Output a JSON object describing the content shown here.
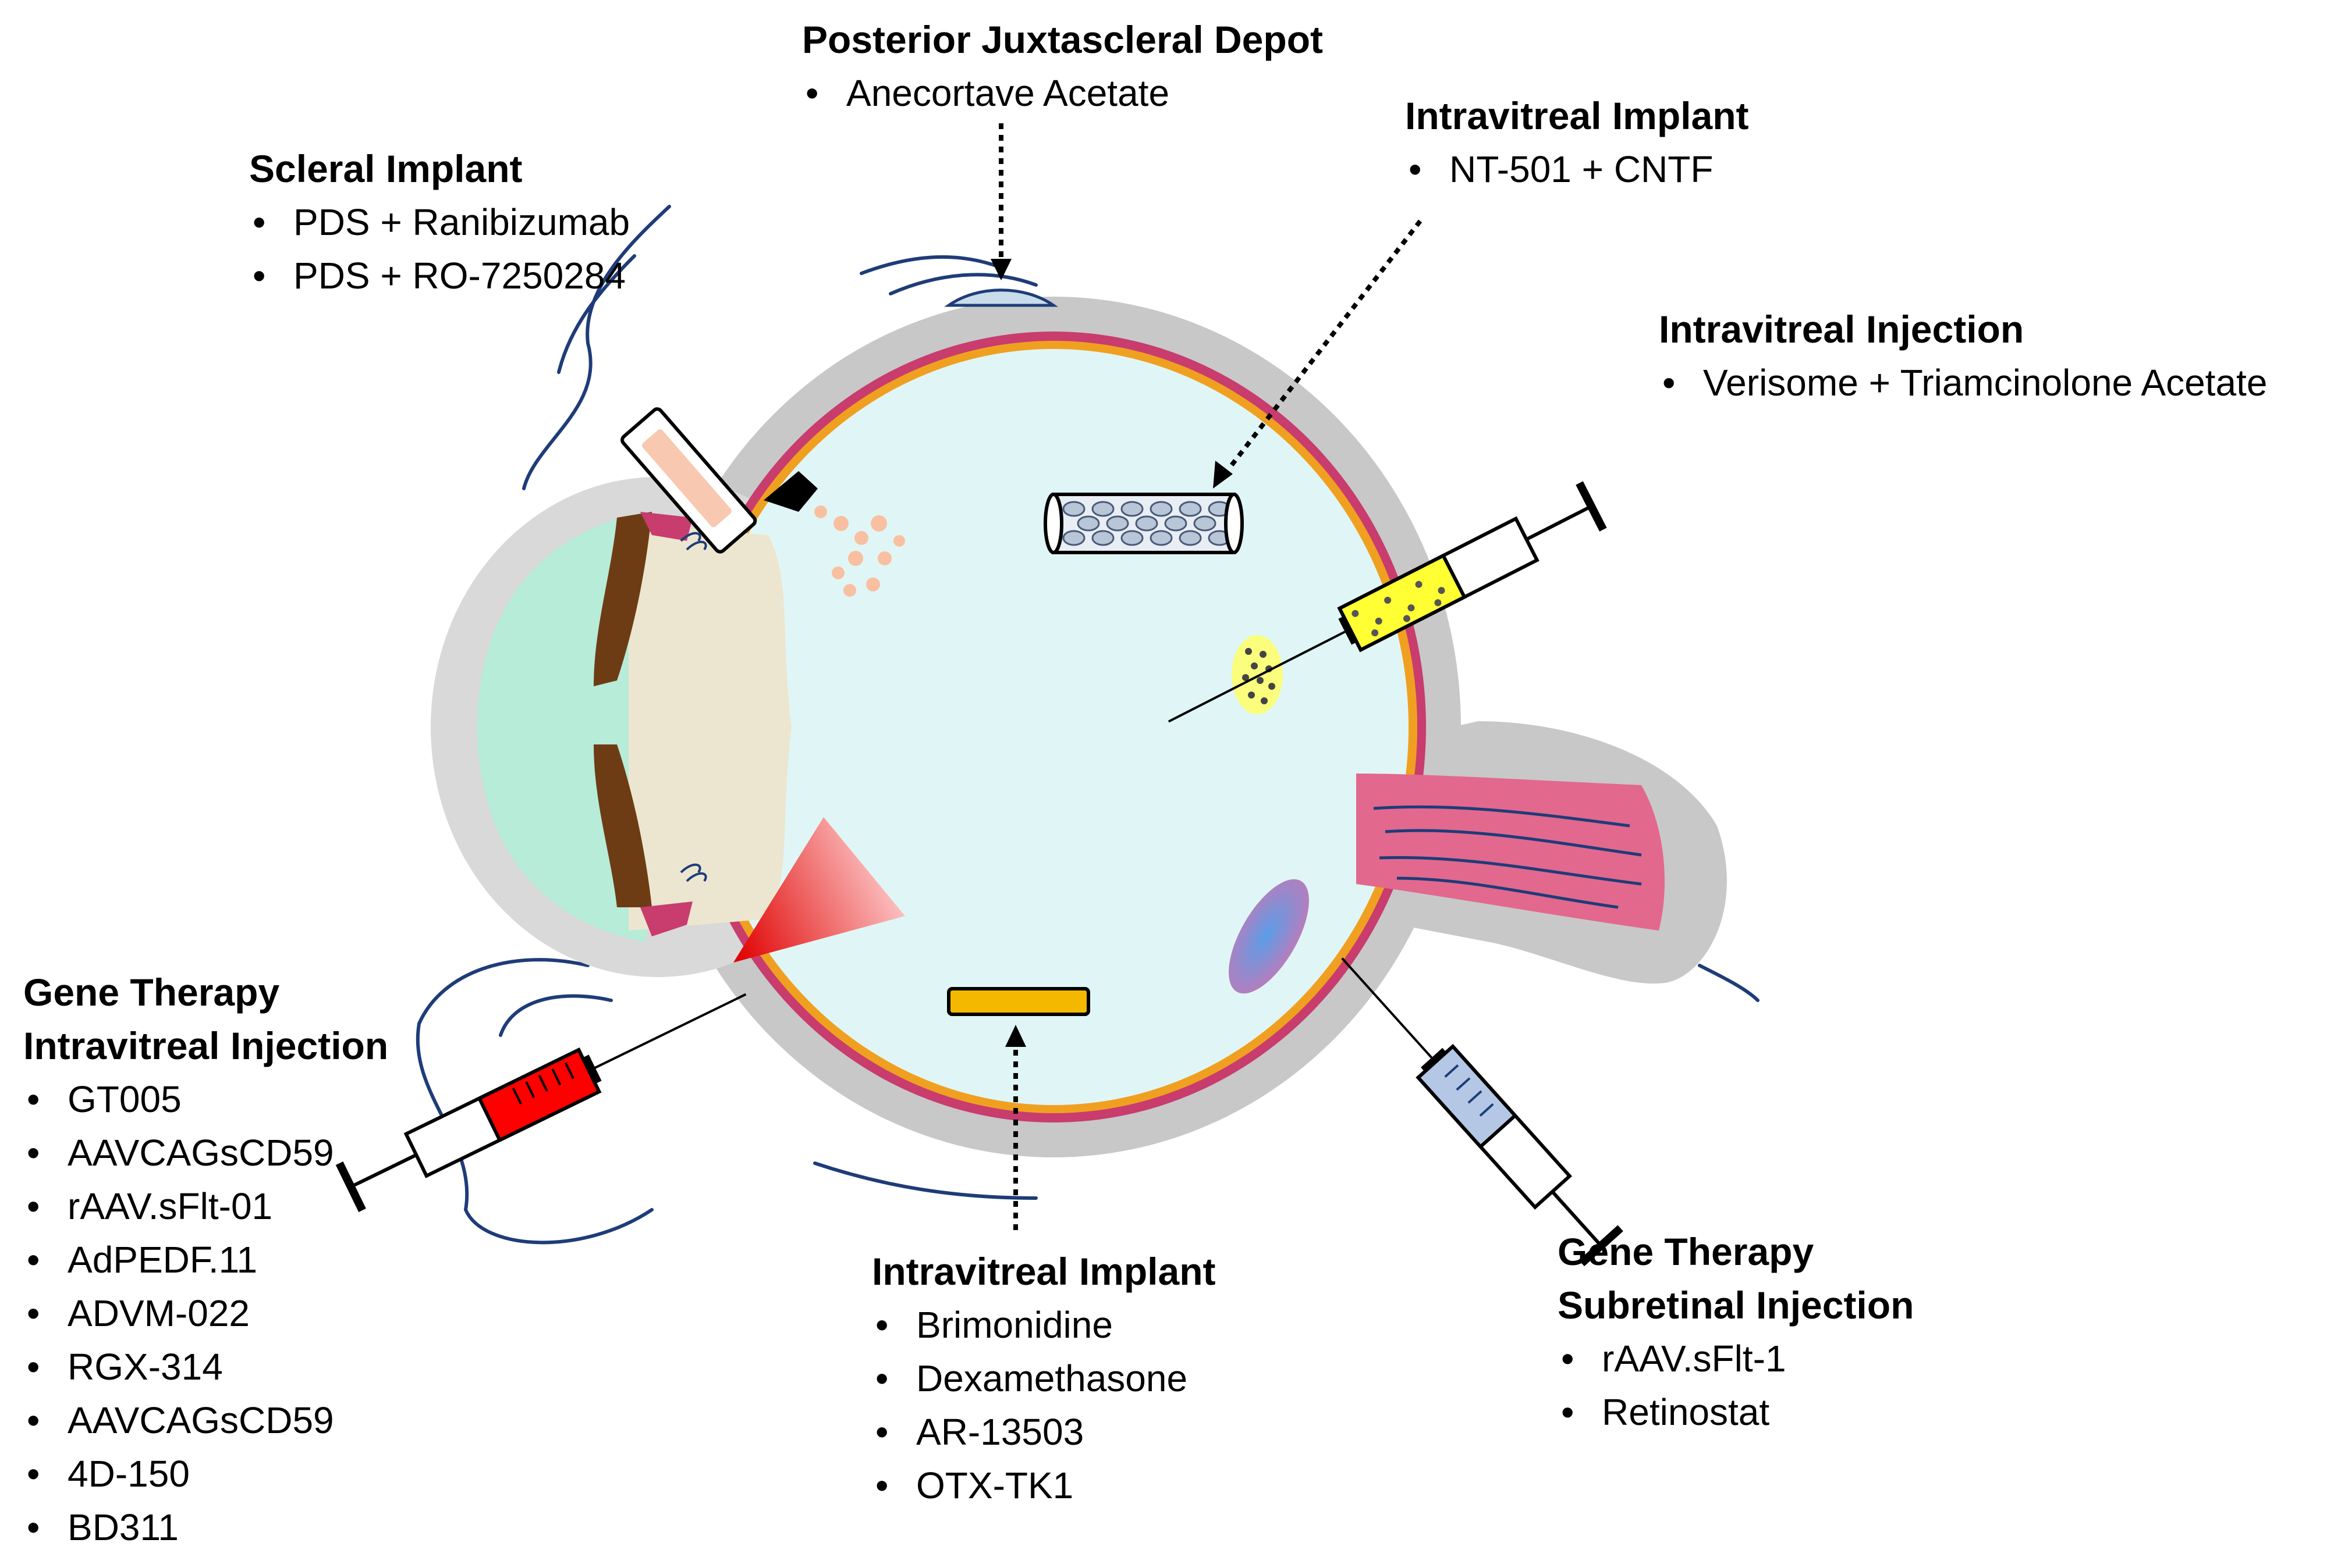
{
  "callouts": {
    "posterior_depot": {
      "title": "Posterior Juxtascleral Depot",
      "items": [
        "Anecortave Acetate"
      ]
    },
    "intravitreal_implant_top": {
      "title": "Intravitreal Implant",
      "items": [
        "NT-501 + CNTF"
      ]
    },
    "scleral_implant": {
      "title": "Scleral Implant",
      "items": [
        "PDS + Ranibizumab",
        "PDS + RO-7250284"
      ]
    },
    "intravitreal_injection": {
      "title": "Intravitreal Injection",
      "items": [
        "Verisome + Triamcinolone Acetate"
      ]
    },
    "gene_therapy_intravitreal": {
      "title_line1": "Gene Therapy",
      "title_line2": "Intravitreal Injection",
      "items": [
        "GT005",
        "AAVCAGsCD59",
        "rAAV.sFlt-01",
        "AdPEDF.11",
        "ADVM-022",
        "RGX-314",
        "AAVCAGsCD59",
        "4D-150",
        "BD311"
      ]
    },
    "intravitreal_implant_bottom": {
      "title": "Intravitreal Implant",
      "items": [
        "Brimonidine",
        "Dexamethasone",
        "AR-13503",
        "OTX-TK1"
      ]
    },
    "gene_therapy_subretinal": {
      "title_line1": "Gene Therapy",
      "title_line2": "Subretinal Injection",
      "items": [
        "rAAV.sFlt-1",
        "Retinostat"
      ]
    }
  },
  "colors": {
    "sclera": "#c8c8c8",
    "choroid": "#c83c6e",
    "retina": "#f0a020",
    "vitreous": "#e0f6f6",
    "cornea": "#d9d9d9",
    "anterior_chamber": "#b6ecd8",
    "lens": "#ece6d0",
    "iris": "#6e3c14",
    "optic_nerve": "#e2688e",
    "vessel": "#1e3c78",
    "syringe_red": "#ff0000",
    "syringe_yellow": "#ffff33",
    "syringe_blue": "#b4c8e6",
    "implant_orange": "#f4b800",
    "depot": "#c8dcea",
    "scleral_implant": "#f8c8b0"
  }
}
